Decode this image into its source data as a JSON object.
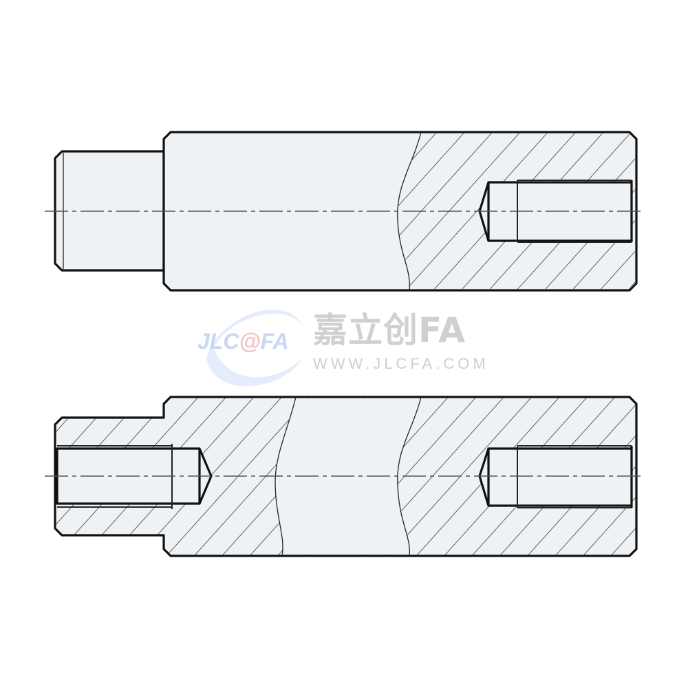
{
  "logo": {
    "brand_prefix": "JLC",
    "brand_at": "@",
    "brand_suffix": "FA",
    "brand_cn": "嘉立创FA",
    "url": "WWW.JLCFA.COM"
  },
  "colors": {
    "fill": "#eef2f5",
    "outline": "#111111",
    "logo_blue": "#c9d7f5",
    "logo_red": "#f4c2c2"
  }
}
